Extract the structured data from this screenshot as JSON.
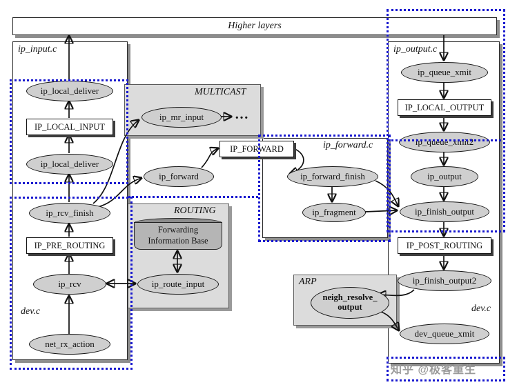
{
  "header": {
    "title": "Higher layers"
  },
  "sections": {
    "ip_input": "ip_input.c",
    "ip_output": "ip_output.c",
    "ip_forward": "ip_forward.c",
    "dev_left": "dev.c",
    "dev_right": "dev.c",
    "multicast": "MULTICAST",
    "routing": "ROUTING",
    "arp": "ARP"
  },
  "hooks": {
    "local_input": "IP_LOCAL_INPUT",
    "pre_routing": "IP_PRE_ROUTING",
    "forward": "IP_FORWARD",
    "local_output": "IP_LOCAL_OUTPUT",
    "post_routing": "IP_POST_ROUTING"
  },
  "nodes": {
    "ip_local_deliver_top": "ip_local_deliver",
    "ip_local_deliver": "ip_local_deliver",
    "ip_rcv_finish": "ip_rcv_finish",
    "ip_rcv": "ip_rcv",
    "net_rx_action": "net_rx_action",
    "ip_mr_input": "ip_mr_input",
    "multicast_more": "…",
    "ip_forward": "ip_forward",
    "fib_line1": "Forwarding",
    "fib_line2": "Information Base",
    "ip_route_input": "ip_route_input",
    "ip_forward_finish": "ip_forward_finish",
    "ip_fragment": "ip_fragment",
    "ip_queue_xmit": "ip_queue_xmit",
    "ip_queue_xmit2": "ip_queue_xmit2",
    "ip_output": "ip_output",
    "ip_finish_output": "ip_finish_output",
    "ip_finish_output2": "ip_finish_output2",
    "dev_queue_xmit": "dev_queue_xmit",
    "neigh_line1": "neigh_resolve_",
    "neigh_line2": "output"
  },
  "watermark": "知乎 @极客重生",
  "colors": {
    "netfilter_dashed_blue": "#1818cf",
    "node_fill": "#cfcfcf",
    "panel_gray": "#dcdcdc",
    "fib_top": "#8c8c8c",
    "fib_body": "#b5b5b5"
  }
}
